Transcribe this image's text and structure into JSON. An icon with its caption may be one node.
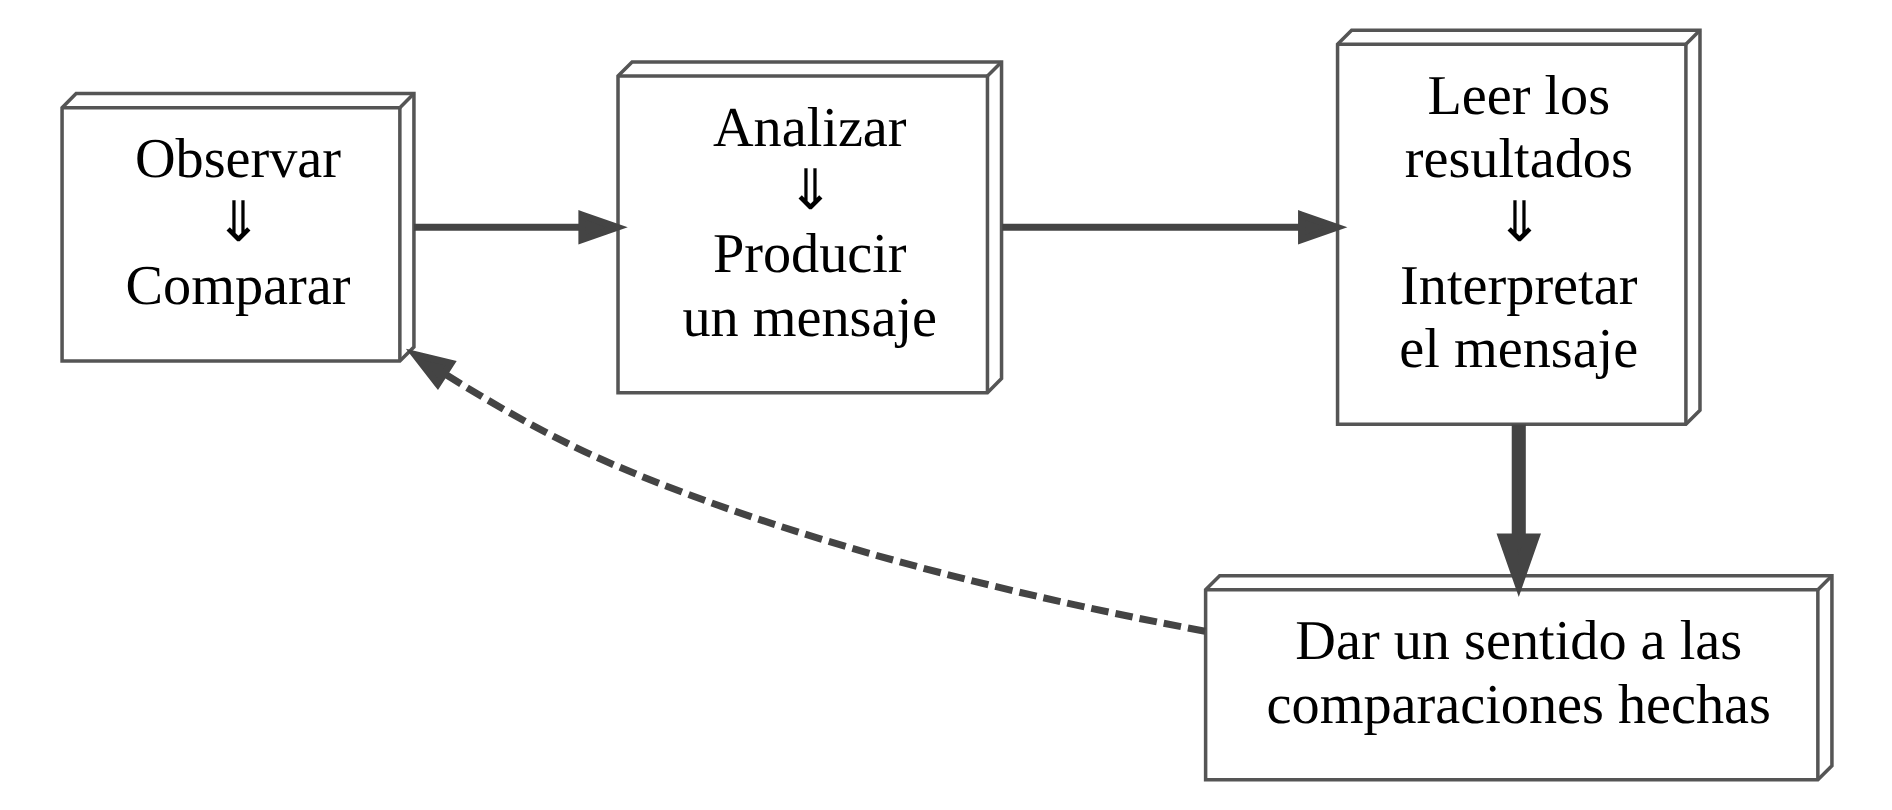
{
  "diagram": {
    "nodes": [
      {
        "text": [
          "Observar",
          "⇓",
          "Comparar"
        ]
      },
      {
        "text": [
          "Analizar",
          "⇓",
          "Producir un mensaje"
        ]
      },
      {
        "text": [
          "Leer los resultados",
          "⇓",
          "Interpretar el mensaje"
        ]
      },
      {
        "text": [
          "Dar un sentido a las comparaciones hechas"
        ]
      }
    ],
    "edges": [
      {
        "from": 0,
        "to": 1,
        "arrow": "to"
      },
      {
        "from": 1,
        "to": 2,
        "arrow": "to"
      },
      {
        "from": 2,
        "to": 3,
        "arrow": "to",
        "style": "thick"
      },
      {
        "from": 3,
        "to": 0,
        "arrow": "to",
        "style": "dashed"
      }
    ]
  }
}
